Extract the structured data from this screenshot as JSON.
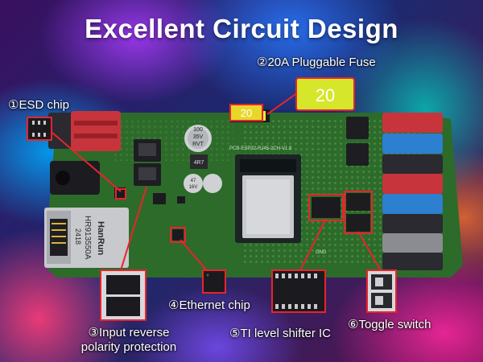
{
  "heading": {
    "title": "Excellent Circuit Design"
  },
  "callouts": [
    {
      "id": "esd",
      "text": "①ESD chip"
    },
    {
      "id": "fuse",
      "text": "②20A Pluggable Fuse"
    },
    {
      "id": "reverse",
      "line1": "③Input reverse",
      "line2": "polarity protection"
    },
    {
      "id": "ethernet",
      "text": "④Ethernet chip"
    },
    {
      "id": "shifter",
      "text": "⑤TI level shifter IC"
    },
    {
      "id": "toggle",
      "text": "⑥Toggle switch"
    }
  ],
  "board": {
    "fuse_value": "20",
    "capacitor_1": [
      "100",
      "35V",
      "RVT"
    ],
    "capacitor_2": [
      "47",
      "16V"
    ],
    "inductor": "4R7",
    "jack_brand": "HanRun",
    "jack_model": "HR913550A",
    "jack_code": "2418",
    "silkscreen": "PCB-ESP32-RJ45-2CH-V1.8",
    "gnd_label": "GND"
  },
  "colors": {
    "pcb": "#2c6b2a",
    "callout": "#e8242c",
    "fuse_yellow": "#d6e62a",
    "terminal_red": "#c8343c",
    "terminal_blue": "#2d7fd0",
    "terminal_black": "#2a2a30",
    "terminal_gray": "#8a8c92"
  }
}
